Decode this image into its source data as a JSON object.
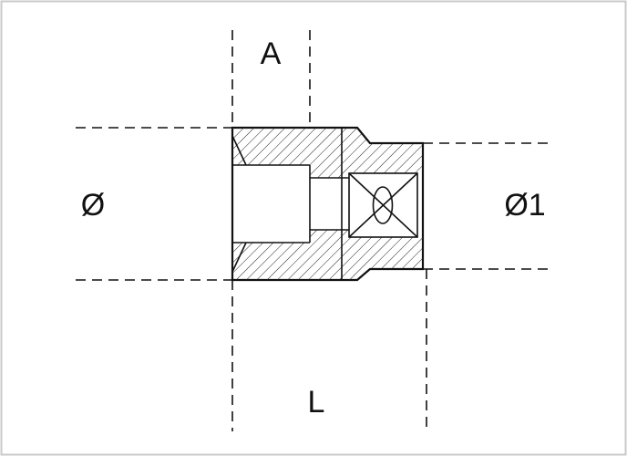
{
  "drawing": {
    "kind": "socket-wrench-technical-drawing",
    "labels": {
      "top": "A",
      "left": "Ø",
      "right": "Ø1",
      "bottom": "L"
    },
    "colors": {
      "line": "#111111",
      "background": "#ffffff",
      "border": "#c9c9c9"
    }
  }
}
